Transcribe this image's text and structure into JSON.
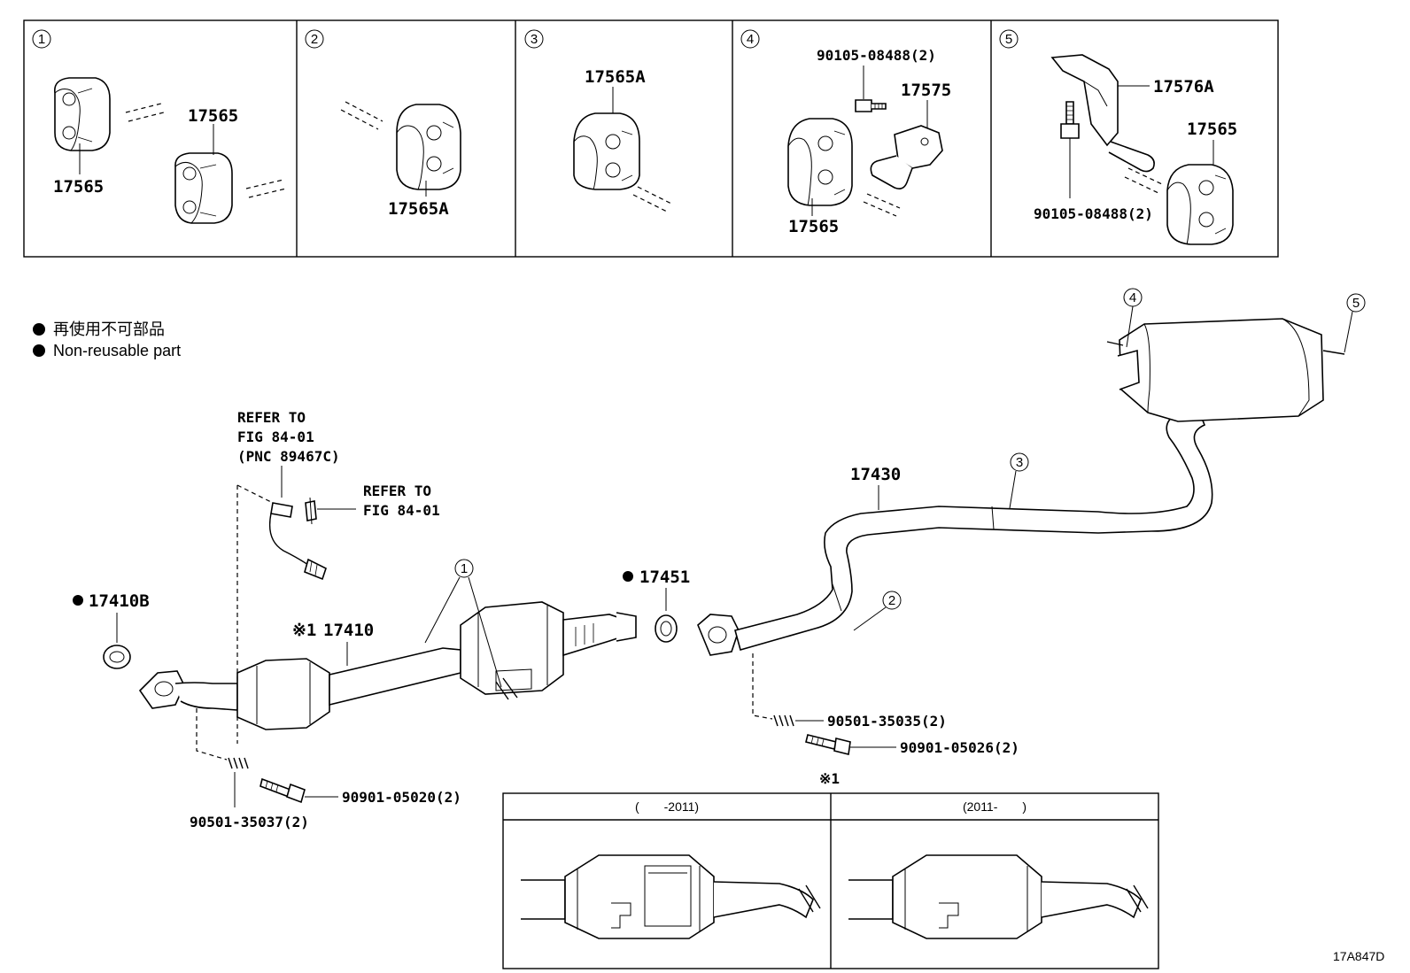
{
  "inset_panels": [
    {
      "number": "1",
      "labels": [
        "17565",
        "17565"
      ]
    },
    {
      "number": "2",
      "labels": [
        "17565A"
      ]
    },
    {
      "number": "3",
      "labels": [
        "17565A"
      ]
    },
    {
      "number": "4",
      "labels": [
        "90105-08488(2)",
        "17575",
        "17565"
      ]
    },
    {
      "number": "5",
      "labels": [
        "17576A",
        "17565",
        "90105-08488(2)"
      ]
    }
  ],
  "legend": {
    "jp": "再使用不可部品",
    "en": "Non-reusable part"
  },
  "refer1": {
    "line1": "REFER TO",
    "line2": "FIG 84-01",
    "line3": "(PNC 89467C)"
  },
  "refer2": {
    "line1": "REFER TO",
    "line2": "FIG 84-01"
  },
  "parts": {
    "p17410B": "17410B",
    "p17410": "17410",
    "note_mark": "※1",
    "p17451": "17451",
    "p17430": "17430",
    "p90501_35035": "90501-35035(2)",
    "p90901_05026": "90901-05026(2)",
    "p90901_05020": "90901-05020(2)",
    "p90501_35037": "90501-35037(2)"
  },
  "callouts": [
    "1",
    "2",
    "3",
    "4",
    "5"
  ],
  "variants": {
    "mark": "※1",
    "left_header": "(　　-2011)",
    "right_header": "(2011-　　)"
  },
  "figure_code": "17A847D"
}
